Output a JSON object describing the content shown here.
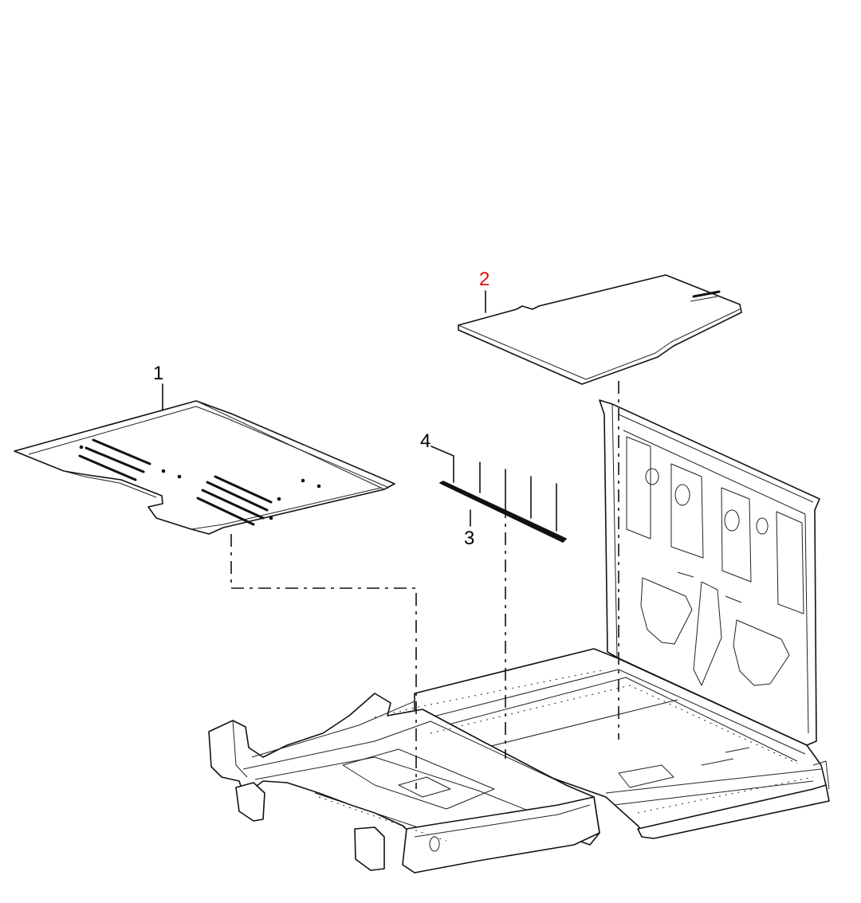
{
  "callouts": {
    "c1": "1",
    "c2": "2",
    "c3": "3",
    "c4": "4"
  },
  "highlight_color": "#e01010"
}
